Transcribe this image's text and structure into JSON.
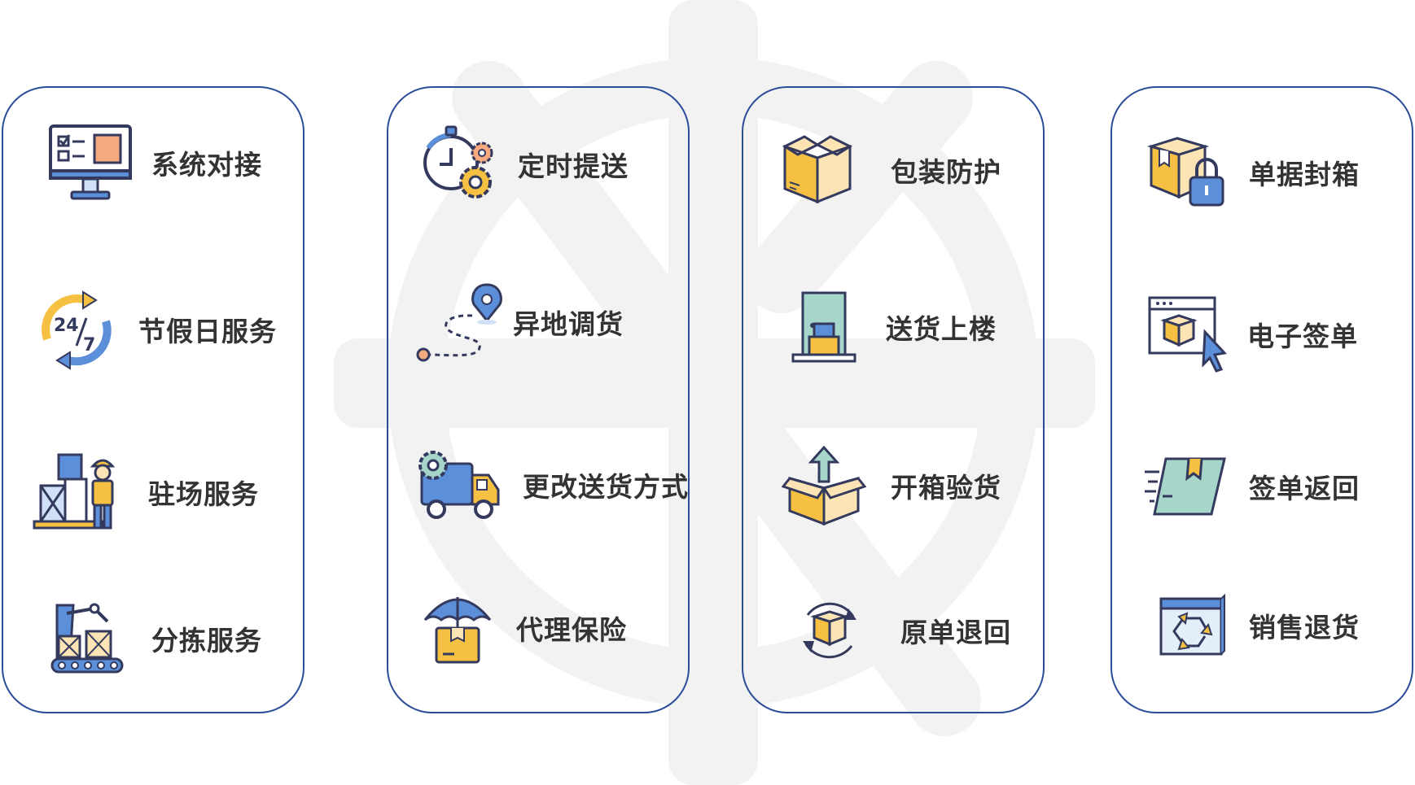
{
  "theme": {
    "panel_border": "#2b4d99",
    "label_color": "#333333",
    "icon_line": "#343a5e",
    "accent_blue": "#5b8fd9",
    "accent_yellow": "#f6c142",
    "accent_orange": "#f4a97e",
    "accent_teal": "#a6d5c9",
    "box_fill": "#fde4b5",
    "watermark_color": "#f2f2f2"
  },
  "columns": [
    {
      "items": [
        {
          "label": "系统对接",
          "icon": "computer-checklist-icon"
        },
        {
          "label": "节假日服务",
          "icon": "24-7-cycle-icon"
        },
        {
          "label": "驻场服务",
          "icon": "warehouse-worker-icon"
        },
        {
          "label": "分拣服务",
          "icon": "robotic-sorting-icon"
        }
      ]
    },
    {
      "items": [
        {
          "label": "定时提送",
          "icon": "clock-gears-icon"
        },
        {
          "label": "异地调货",
          "icon": "route-pin-icon"
        },
        {
          "label": "更改送货方式",
          "icon": "delivery-truck-gear-icon"
        },
        {
          "label": "代理保险",
          "icon": "umbrella-box-icon"
        }
      ]
    },
    {
      "items": [
        {
          "label": "包装防护",
          "icon": "open-box-icon"
        },
        {
          "label": "送货上楼",
          "icon": "door-package-icon"
        },
        {
          "label": "开箱验货",
          "icon": "unbox-arrow-icon"
        },
        {
          "label": "原单退回",
          "icon": "box-return-cycle-icon"
        }
      ]
    },
    {
      "items": [
        {
          "label": "单据封箱",
          "icon": "box-padlock-icon"
        },
        {
          "label": "电子签单",
          "icon": "browser-box-cursor-icon"
        },
        {
          "label": "签单返回",
          "icon": "fast-ticket-icon"
        },
        {
          "label": "销售退货",
          "icon": "recycle-box-icon"
        }
      ]
    }
  ]
}
